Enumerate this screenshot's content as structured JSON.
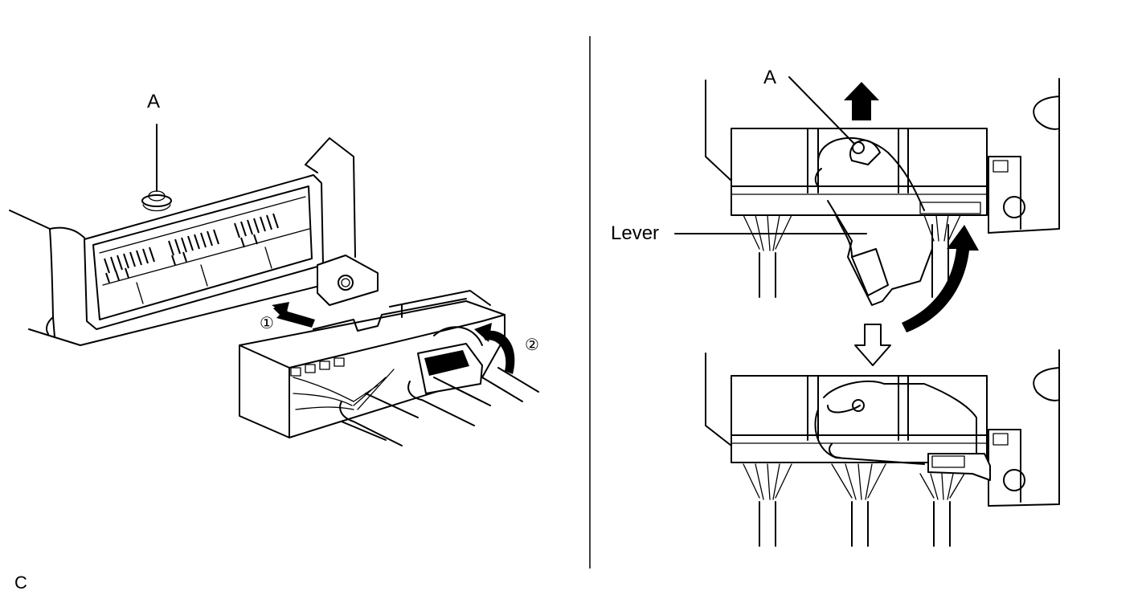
{
  "labels": {
    "part_a_left": "A",
    "part_a_right": "A",
    "lever": "Lever",
    "step_1": "①",
    "step_2": "②",
    "figure_code": "C"
  }
}
